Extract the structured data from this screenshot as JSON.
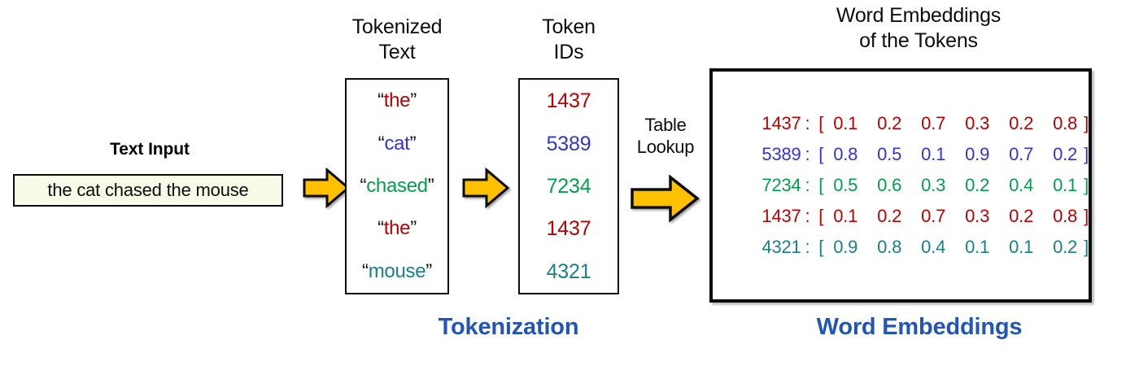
{
  "colors": {
    "red": "#C00000",
    "blue": "#3333DD",
    "green": "#00A14B",
    "teal": "#17808C",
    "caption_blue": "#2255B5",
    "arrow_gold": "#FFC000",
    "input_bg": "#FAFAE9",
    "outline": "#0D0D0D"
  },
  "text_input": {
    "label": "Text Input",
    "value": "the cat chased the mouse"
  },
  "tokenized": {
    "title_line1": "Tokenized",
    "title_line2": "Text",
    "tokens": [
      {
        "open_quote": "“",
        "text": "the",
        "close_quote": "”",
        "color": "#C00000"
      },
      {
        "open_quote": "“",
        "text": "cat",
        "close_quote": "”",
        "color": "#3333DD"
      },
      {
        "open_quote": "“",
        "text": "chased",
        "close_quote": "”",
        "color": "#00A14B"
      },
      {
        "open_quote": "“",
        "text": "the",
        "close_quote": "”",
        "color": "#C00000"
      },
      {
        "open_quote": "“",
        "text": "mouse",
        "close_quote": "”",
        "color": "#17808C"
      }
    ]
  },
  "token_ids": {
    "title_line1": "Token",
    "title_line2": "IDs",
    "ids": [
      {
        "value": "1437",
        "color": "#C00000"
      },
      {
        "value": "5389",
        "color": "#3333DD"
      },
      {
        "value": "7234",
        "color": "#00A14B"
      },
      {
        "value": "1437",
        "color": "#C00000"
      },
      {
        "value": "4321",
        "color": "#17808C"
      }
    ]
  },
  "table_lookup": {
    "line1": "Table",
    "line2": "Lookup"
  },
  "embeddings": {
    "title_line1": "Word Embeddings",
    "title_line2": "of the Tokens",
    "open_bracket": "[",
    "close_bracket": "]",
    "colon": ":",
    "rows": [
      {
        "id": "1437",
        "values": [
          "0.1",
          "0.2",
          "0.7",
          "0.3",
          "0.2",
          "0.8"
        ],
        "color": "#C00000"
      },
      {
        "id": "5389",
        "values": [
          "0.8",
          "0.5",
          "0.1",
          "0.9",
          "0.7",
          "0.2"
        ],
        "color": "#3333DD"
      },
      {
        "id": "7234",
        "values": [
          "0.5",
          "0.6",
          "0.3",
          "0.2",
          "0.4",
          "0.1"
        ],
        "color": "#00A14B"
      },
      {
        "id": "1437",
        "values": [
          "0.1",
          "0.2",
          "0.7",
          "0.3",
          "0.2",
          "0.8"
        ],
        "color": "#C00000"
      },
      {
        "id": "4321",
        "values": [
          "0.9",
          "0.8",
          "0.4",
          "0.1",
          "0.1",
          "0.2"
        ],
        "color": "#17808C"
      }
    ]
  },
  "captions": {
    "tokenization": "Tokenization",
    "word_embeddings": "Word Embeddings"
  },
  "arrows": [
    {
      "name": "arrow-input-to-tokens"
    },
    {
      "name": "arrow-tokens-to-ids"
    },
    {
      "name": "arrow-ids-to-embeddings"
    }
  ]
}
